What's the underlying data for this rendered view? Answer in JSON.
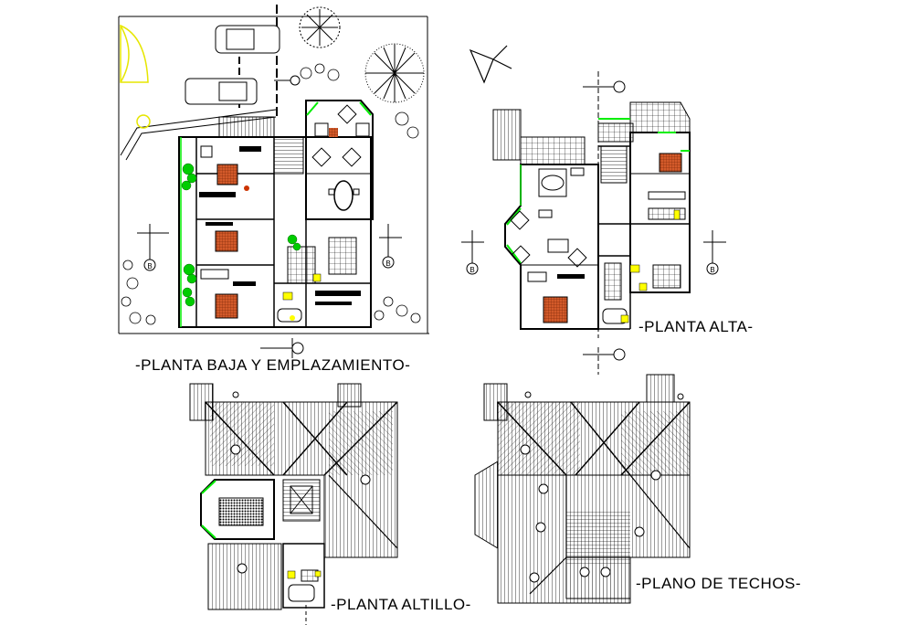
{
  "labels": {
    "planta_baja": "-PLANTA BAJA Y EMPLAZAMIENTO-",
    "planta_alta": "-PLANTA  ALTA-",
    "planta_altillo": "-PLANTA ALTILLO-",
    "plano_techos": "-PLANO DE TECHOS-"
  },
  "section_marks": [
    "B",
    "B",
    "B",
    "B"
  ],
  "colors": {
    "line": "#000000",
    "accent_green": "#00ff00",
    "accent_yellow": "#ffff00",
    "accent_red": "#cc3300"
  }
}
